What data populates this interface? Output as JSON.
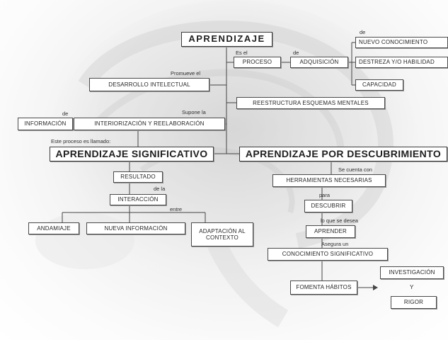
{
  "nodes": {
    "aprendizaje": "APRENDIZAJE",
    "proceso": "PROCESO",
    "adquisicion": "ADQUISICIÓN",
    "nuevo_conocimiento": "NUEVO CONOCIMIENTO",
    "destreza": "DESTREZA Y/O HABILIDAD",
    "capacidad": "CAPACIDAD",
    "desarrollo": "DESARROLLO INTELECTUAL",
    "reestructura": "REESTRUCTURA ESQUEMAS MENTALES",
    "informacion": "INFORMACIÓN",
    "interiorizacion": "INTERIORIZACIÓN Y REELABORACIÓN",
    "significativo": "APRENDIZAJE SIGNIFICATIVO",
    "descubrimiento": "APRENDIZAJE POR DESCUBRIMIENTO",
    "resultado": "RESULTADO",
    "interaccion": "INTERACCIÓN",
    "andamiaje": "ANDAMIAJE",
    "nueva_informacion": "NUEVA INFORMACIÓN",
    "adaptacion": "ADAPTACIÓN AL CONTEXTO",
    "herramientas": "HERRAMIENTAS NECESARIAS",
    "descubrir": "DESCUBRIR",
    "aprender": "APRENDER",
    "conocimiento_significativo": "CONOCIMIENTO SIGNIFICATIVO",
    "fomenta": "FOMENTA HÁBITOS",
    "investigacion": "INVESTIGACIÓN",
    "y": "Y",
    "rigor": "RIGOR"
  },
  "links": {
    "es_el": "Es el",
    "de_1": "de",
    "de_2": "de",
    "promueve": "Promueve el",
    "supone": "Supone la",
    "de_3": "de",
    "llamado": "Este proceso es llamado:",
    "de_la": "de la",
    "entre": "entre",
    "cuenta": "Se cuenta con",
    "para": "para",
    "lo_que": "lo que se desea",
    "asegura": "Asegura un"
  },
  "colors": {
    "line": "#444444",
    "box_border": "#4a4a4a",
    "text": "#262626"
  }
}
